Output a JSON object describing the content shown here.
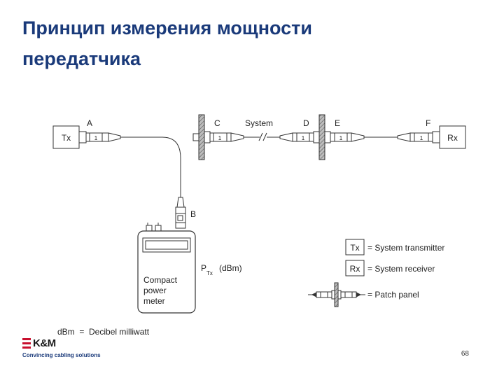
{
  "slide": {
    "title_line1": "Принцип измерения мощности",
    "title_line2": "передатчика",
    "page_number": "68"
  },
  "diagram": {
    "labels": {
      "A": "A",
      "B": "B",
      "C": "C",
      "D": "D",
      "E": "E",
      "F": "F",
      "system": "System"
    },
    "tx_box": "Tx",
    "rx_box": "Rx",
    "meter": {
      "line1": "Compact",
      "line2": "power",
      "line3": "meter"
    },
    "ptx_main": "P",
    "ptx_sub": "Tx",
    "ptx_unit": "(dBm)",
    "legend": {
      "tx_symbol": "Tx",
      "tx_text": "= System transmitter",
      "rx_symbol": "Rx",
      "rx_text": "= System receiver",
      "patch_text": "= Patch panel"
    },
    "footnote": "dBm  =  Decibel milliwatt"
  },
  "logo": {
    "brand": "K&M",
    "tagline": "Convincing cabling solutions",
    "mark_color": "#c8102e"
  },
  "colors": {
    "title": "#1a3a7a",
    "line": "#333333",
    "hatch": "#888888"
  }
}
